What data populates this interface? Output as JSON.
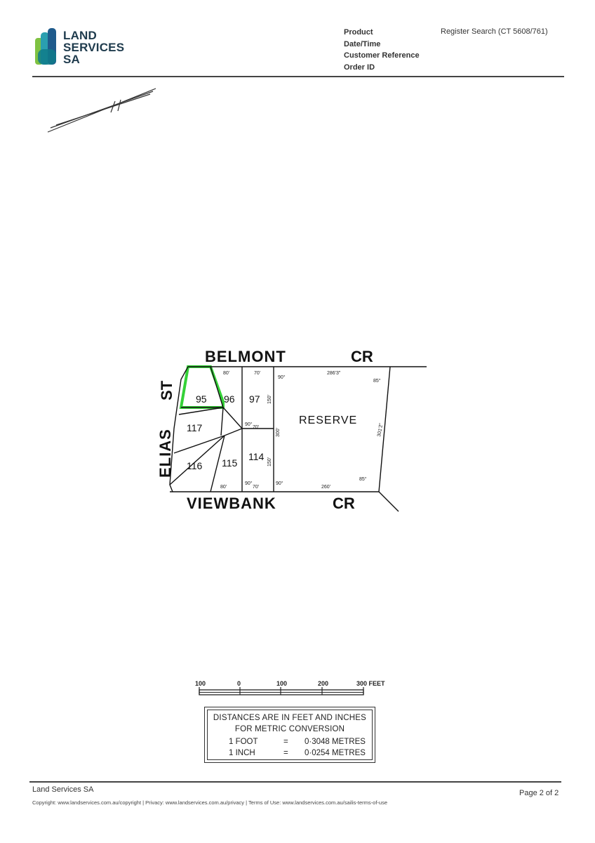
{
  "header": {
    "logo": {
      "line1": "LAND",
      "line2": "SERVICES",
      "line3": "SA"
    },
    "labels": [
      "Product",
      "Date/Time",
      "Customer Reference",
      "Order ID"
    ],
    "product_value": "Register Search (CT 5608/761)"
  },
  "plan": {
    "streets": {
      "top": "BELMONT",
      "top_cr": "CR",
      "bottom": "VIEWBANK",
      "bottom_cr": "CR",
      "side_st": "ST",
      "side": "ELIAS"
    },
    "reserve": "RESERVE",
    "lots": {
      "l95": "95",
      "l96": "96",
      "l97": "97",
      "l117": "117",
      "l116": "116",
      "l115": "115",
      "l114": "114"
    },
    "dims": {
      "d1": "80'",
      "d2": "70'",
      "d3": "90°",
      "d4": "286'3\"",
      "d5": "85°",
      "d6": "301'2\"",
      "d7": "260'",
      "d8": "85°",
      "d9": "90°",
      "d10": "300'",
      "d11": "150'",
      "d12": "150'",
      "d13": "70'",
      "d14": "70'",
      "d15": "80'",
      "d16": "90°",
      "d17": "90°"
    },
    "highlight_color": "#34d137"
  },
  "scale": {
    "ticks": [
      "100",
      "0",
      "100",
      "200",
      "300 FEET"
    ]
  },
  "conversion": {
    "line1": "DISTANCES ARE IN FEET AND INCHES",
    "line2": "FOR METRIC CONVERSION",
    "row1": {
      "unit": "1  FOOT",
      "eq": "=",
      "value": "0·3048 METRES"
    },
    "row2": {
      "unit": "1  INCH",
      "eq": "=",
      "value": "0·0254 METRES"
    }
  },
  "footer": {
    "org": "Land Services SA",
    "copyright": "Copyright: www.landservices.com.au/copyright | Privacy: www.landservices.com.au/privacy | Terms of Use: www.landservices.com.au/sailis-terms-of-use",
    "page": "Page 2 of 2"
  }
}
